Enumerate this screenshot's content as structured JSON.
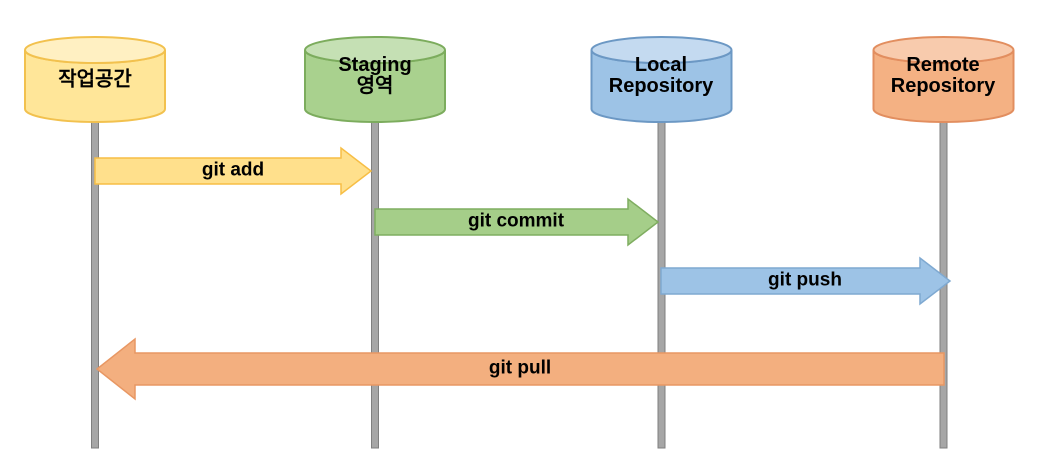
{
  "diagram": {
    "title": "git workflow sequence diagram",
    "nodes": [
      {
        "id": "workspace",
        "label": "작업공간",
        "fill": "#FFE699",
        "top": "#FFF0C2",
        "border": "#F2C14E"
      },
      {
        "id": "staging-area",
        "label": "Staging\n영역",
        "fill": "#A9D18E",
        "top": "#C5E0B4",
        "border": "#7CAC5D"
      },
      {
        "id": "local-repository",
        "label": "Local\nRepository",
        "fill": "#9DC3E6",
        "top": "#C4DAF0",
        "border": "#6C98C4"
      },
      {
        "id": "remote-repository",
        "label": "Remote\nRepository",
        "fill": "#F4B183",
        "top": "#F8CBAD",
        "border": "#E28E5F"
      }
    ],
    "arrows": [
      {
        "id": "git-add",
        "label": "git add",
        "from": "workspace",
        "to": "staging-area",
        "direction": "right",
        "fill": "#FFE08C",
        "border": "#F7BE45"
      },
      {
        "id": "git-commit",
        "label": "git commit",
        "from": "staging-area",
        "to": "local-repository",
        "direction": "right",
        "fill": "#A5CE89",
        "border": "#7FAD60"
      },
      {
        "id": "git-push",
        "label": "git push",
        "from": "local-repository",
        "to": "remote-repository",
        "direction": "right",
        "fill": "#9DC3E6",
        "border": "#7FA9D1"
      },
      {
        "id": "git-pull",
        "label": "git pull",
        "from": "remote-repository",
        "to": "workspace",
        "direction": "left",
        "fill": "#F3AF7F",
        "border": "#E89763"
      }
    ],
    "lifeline": {
      "fill": "#A6A6A6",
      "border": "#7F7F7F"
    }
  }
}
